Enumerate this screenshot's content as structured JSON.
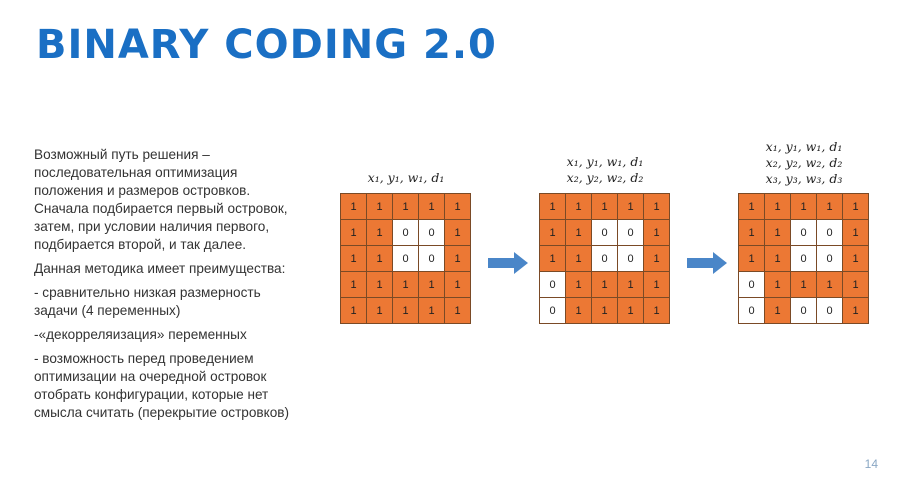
{
  "slide": {
    "title": "BINARY CODING 2.0",
    "page_number": "14",
    "accent_color": "#1a6fc4",
    "cell_on_color": "#ec7834",
    "cell_off_color": "#ffffff",
    "arrow_color": "#4a86c8"
  },
  "text": {
    "paragraphs": [
      "Возможный путь решения – последовательная оптимизация положения и размеров островков. Сначала подбирается первый островок, затем, при условии наличия первого, подбирается второй, и так далее.",
      "Данная методика имеет преимущества:",
      "- сравнительно низкая размерность задачи (4 переменных)",
      "-«декорреляизация» переменных",
      "- возможность перед проведением оптимизации на очередной островок отобрать конфигурации, которые нет смысла считать (перекрытие островков)"
    ]
  },
  "grids": [
    {
      "labels": [
        "x₁, y₁, w₁, d₁"
      ],
      "cells": [
        [
          "1",
          "1",
          "1",
          "1",
          "1"
        ],
        [
          "1",
          "1",
          "0",
          "0",
          "1"
        ],
        [
          "1",
          "1",
          "0",
          "0",
          "1"
        ],
        [
          "1",
          "1",
          "1",
          "1",
          "1"
        ],
        [
          "1",
          "1",
          "1",
          "1",
          "1"
        ]
      ]
    },
    {
      "labels": [
        "x₁, y₁, w₁, d₁",
        "x₂, y₂, w₂, d₂"
      ],
      "cells": [
        [
          "1",
          "1",
          "1",
          "1",
          "1"
        ],
        [
          "1",
          "1",
          "0",
          "0",
          "1"
        ],
        [
          "1",
          "1",
          "0",
          "0",
          "1"
        ],
        [
          "0",
          "1",
          "1",
          "1",
          "1"
        ],
        [
          "0",
          "1",
          "1",
          "1",
          "1"
        ]
      ]
    },
    {
      "labels": [
        "x₁, y₁, w₁, d₁",
        "x₂, y₂, w₂, d₂",
        "x₃, y₃, w₃, d₃"
      ],
      "cells": [
        [
          "1",
          "1",
          "1",
          "1",
          "1"
        ],
        [
          "1",
          "1",
          "0",
          "0",
          "1"
        ],
        [
          "1",
          "1",
          "0",
          "0",
          "1"
        ],
        [
          "0",
          "1",
          "1",
          "1",
          "1"
        ],
        [
          "0",
          "1",
          "0",
          "0",
          "1"
        ]
      ]
    }
  ],
  "arrows": [
    {
      "icon": "arrow-right-icon"
    },
    {
      "icon": "arrow-right-icon"
    }
  ]
}
